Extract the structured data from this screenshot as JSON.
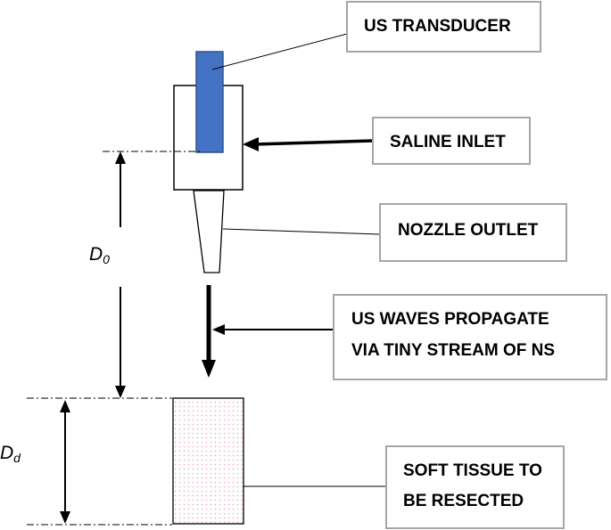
{
  "labels": {
    "transducer": "US TRANSDUCER",
    "saline_inlet": "SALINE INLET",
    "nozzle_outlet": "NOZZLE OUTLET",
    "waves_line1": "US WAVES PROPAGATE",
    "waves_line2": "VIA TINY STREAM OF NS",
    "tissue_line1": "SOFT TISSUE TO",
    "tissue_line2": "BE RESECTED"
  },
  "dimensions": {
    "d0_main": "D",
    "d0_sub": "0",
    "dd_main": "D",
    "dd_sub": "d"
  },
  "colors": {
    "transducer_fill": "#4472c4",
    "transducer_stroke": "#2f528f",
    "label_box_border": "#a6a6a6",
    "tissue_dots": "#e8a0c8"
  }
}
